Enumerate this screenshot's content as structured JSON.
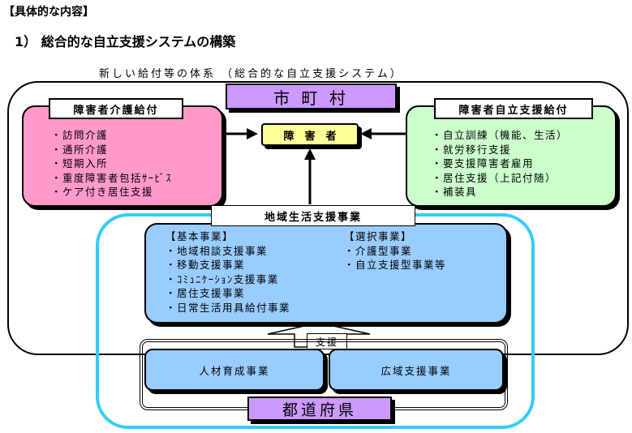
{
  "page": {
    "heading": "【具体的な内容】",
    "section_title": "1） 総合的な自立支援システムの構築"
  },
  "diagram": {
    "caption": "新しい給付等の体系 （総合的な自立支援システム）",
    "municipality": "市 町 村",
    "center": "障　害　者",
    "left_panel": {
      "title": "障害者介護給付",
      "items": [
        "・訪問介護",
        "・通所介護",
        "・短期入所",
        "・重度障害者包括ｻｰﾋﾞｽ",
        "・ケア付き居住支援"
      ]
    },
    "right_panel": {
      "title": "障害者自立支援給付",
      "items": [
        "・自立訓練（機能、生活）",
        "・就労移行支援",
        "・要支援障害者雇用",
        "・居住支援（上記付随）",
        "・補装具"
      ]
    },
    "community": {
      "title": "地域生活支援事業",
      "basic_title": "【基本事業】",
      "basic_items": [
        "・地域相談支援事業",
        "・移動支援事業",
        "・ｺﾐｭﾆｹｰｼｮﾝ支援事業",
        "・居住支援事業",
        "・日常生活用具給付事業"
      ],
      "optional_title": "【選択事業】",
      "optional_items": [
        "・介護型事業",
        "・自立支援型事業等"
      ]
    },
    "support_label": "支援",
    "prefecture": {
      "label": "都道府県",
      "left_box": "人材育成事業",
      "right_box": "広域支援事業"
    },
    "colors": {
      "municipality_fill": "#cc99ff",
      "left_fill": "#ff99cc",
      "right_fill": "#ccffcc",
      "center_fill": "#ffff99",
      "blue_fill": "#99ccff",
      "outline_cyan": "#33ccff"
    }
  }
}
